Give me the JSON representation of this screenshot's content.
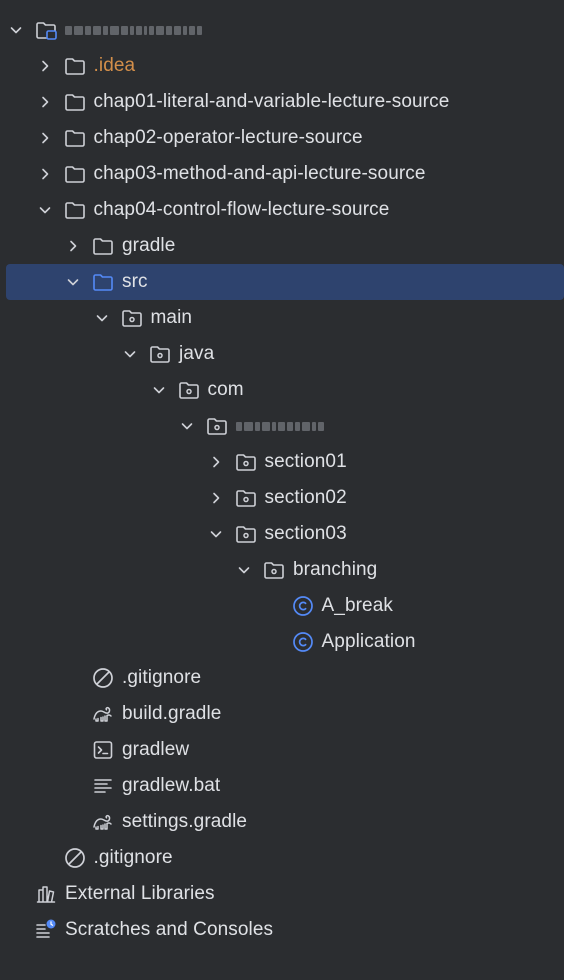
{
  "colors": {
    "background": "#2b2d30",
    "text": "#dfe1e5",
    "orange_text": "#d48f4a",
    "selection": "#2e436e",
    "icon_stroke": "#ced0d6",
    "folder_blue": "#548af7",
    "class_blue": "#548af7"
  },
  "tree": {
    "root": {
      "label": "",
      "icon": "project-folder-icon"
    },
    "items": [
      {
        "label": ".idea",
        "icon": "folder-icon",
        "chevron": "right"
      },
      {
        "label": "chap01-literal-and-variable-lecture-source",
        "icon": "folder-icon",
        "chevron": "right"
      },
      {
        "label": "chap02-operator-lecture-source",
        "icon": "folder-icon",
        "chevron": "right"
      },
      {
        "label": "chap03-method-and-api-lecture-source",
        "icon": "folder-icon",
        "chevron": "right"
      },
      {
        "label": "chap04-control-flow-lecture-source",
        "icon": "folder-icon",
        "chevron": "down"
      },
      {
        "label": "gradle",
        "icon": "folder-icon",
        "chevron": "right"
      },
      {
        "label": "src",
        "icon": "folder-icon",
        "chevron": "down",
        "selected": true
      },
      {
        "label": "main",
        "icon": "package-folder-icon",
        "chevron": "down"
      },
      {
        "label": "java",
        "icon": "package-folder-icon",
        "chevron": "down"
      },
      {
        "label": "com",
        "icon": "package-folder-icon",
        "chevron": "down"
      },
      {
        "label": "",
        "icon": "package-folder-icon",
        "chevron": "down"
      },
      {
        "label": "section01",
        "icon": "package-folder-icon",
        "chevron": "right"
      },
      {
        "label": "section02",
        "icon": "package-folder-icon",
        "chevron": "right"
      },
      {
        "label": "section03",
        "icon": "package-folder-icon",
        "chevron": "down"
      },
      {
        "label": "branching",
        "icon": "package-folder-icon",
        "chevron": "down"
      },
      {
        "label": "A_break",
        "icon": "java-class-icon"
      },
      {
        "label": "Application",
        "icon": "java-class-icon"
      },
      {
        "label": ".gitignore",
        "icon": "ignore-file-icon"
      },
      {
        "label": "build.gradle",
        "icon": "gradle-icon"
      },
      {
        "label": "gradlew",
        "icon": "terminal-script-icon"
      },
      {
        "label": "gradlew.bat",
        "icon": "text-file-icon"
      },
      {
        "label": "settings.gradle",
        "icon": "gradle-icon"
      },
      {
        "label": ".gitignore",
        "icon": "ignore-file-icon"
      },
      {
        "label": "External Libraries",
        "icon": "libraries-icon"
      },
      {
        "label": "Scratches and Consoles",
        "icon": "scratches-icon"
      }
    ]
  }
}
